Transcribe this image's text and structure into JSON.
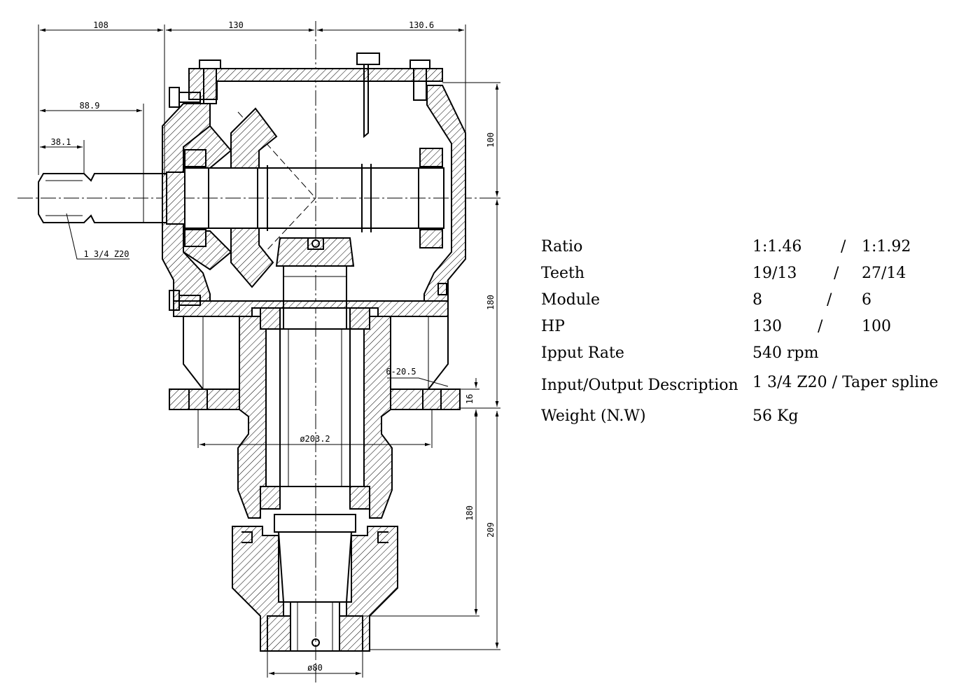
{
  "dimensions": {
    "d108": "108",
    "d130": "130",
    "d130_6": "130.6",
    "d88_9": "88.9",
    "d38_1": "38.1",
    "spline": "1 3/4 Z20",
    "d100": "100",
    "d180_upper": "180",
    "d6_20_5": "6-20.5",
    "d16": "16",
    "d203_2": "ø203.2",
    "d180_lower": "180",
    "d209": "209",
    "d80": "ø80"
  },
  "specs": [
    {
      "label": "Ratio",
      "value1": "1:1.46",
      "sep": "/",
      "value2": "1:1.92"
    },
    {
      "label": "Teeth",
      "value1": "19/13",
      "sep": "/",
      "value2": "27/14"
    },
    {
      "label": "Module",
      "value1": "8",
      "sep": "/",
      "value2": "6"
    },
    {
      "label": "HP",
      "value1": "130",
      "sep": "/",
      "value2": "100"
    },
    {
      "label": "Ipput Rate",
      "value1": "540 rpm"
    },
    {
      "label": "Input/Output Description",
      "value1": "1 3/4 Z20 / Taper spline"
    },
    {
      "label": "Weight (N.W)",
      "value1": "56 Kg"
    }
  ]
}
